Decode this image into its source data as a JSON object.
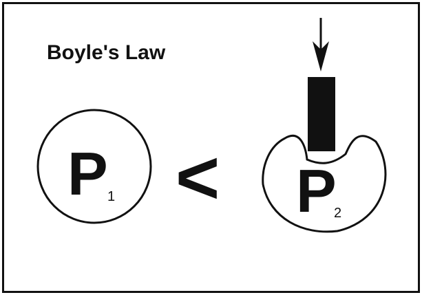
{
  "title": "Boyle's Law",
  "left_vessel": {
    "symbol": "P",
    "subscript": "1"
  },
  "right_vessel": {
    "symbol": "P",
    "subscript": "2"
  },
  "relation": "<",
  "colors": {
    "ink": "#111111",
    "background": "#ffffff"
  }
}
